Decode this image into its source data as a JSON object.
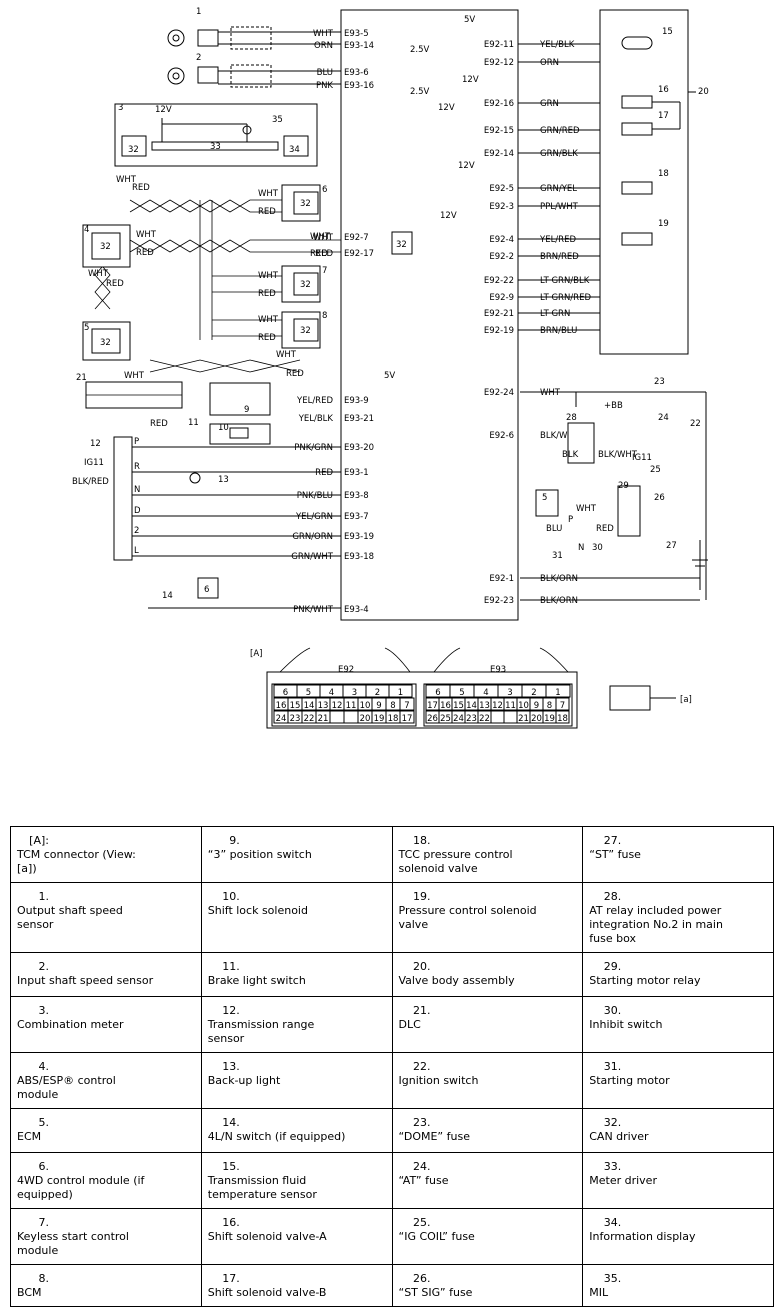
{
  "diagram": {
    "tcm_left_pins": [
      {
        "pin": "E93-5",
        "wire": "WHT"
      },
      {
        "pin": "E93-14",
        "wire": "ORN"
      },
      {
        "pin": "E93-6",
        "wire": "BLU"
      },
      {
        "pin": "E93-16",
        "wire": "PNK"
      },
      {
        "pin": "E92-7",
        "wire": "WHT"
      },
      {
        "pin": "E92-17",
        "wire": "RED"
      },
      {
        "pin": "E93-9",
        "wire": "YEL/RED"
      },
      {
        "pin": "E93-21",
        "wire": "YEL/BLK"
      },
      {
        "pin": "E93-20",
        "wire": "PNK/GRN"
      },
      {
        "pin": "E93-1",
        "wire": "RED"
      },
      {
        "pin": "E93-8",
        "wire": "PNK/BLU"
      },
      {
        "pin": "E93-7",
        "wire": "YEL/GRN"
      },
      {
        "pin": "E93-19",
        "wire": "GRN/ORN"
      },
      {
        "pin": "E93-18",
        "wire": "GRN/WHT"
      },
      {
        "pin": "E93-4",
        "wire": "PNK/WHT"
      }
    ],
    "tcm_right_pins": [
      {
        "pin": "E92-11",
        "wire": "YEL/BLK"
      },
      {
        "pin": "E92-12",
        "wire": "ORN"
      },
      {
        "pin": "E92-16",
        "wire": "GRN"
      },
      {
        "pin": "E92-15",
        "wire": "GRN/RED"
      },
      {
        "pin": "E92-14",
        "wire": "GRN/BLK"
      },
      {
        "pin": "E92-5",
        "wire": "GRN/YEL"
      },
      {
        "pin": "E92-3",
        "wire": "PPL/WHT"
      },
      {
        "pin": "E92-4",
        "wire": "YEL/RED"
      },
      {
        "pin": "E92-2",
        "wire": "BRN/RED"
      },
      {
        "pin": "E92-22",
        "wire": "LT GRN/BLK"
      },
      {
        "pin": "E92-9",
        "wire": "LT GRN/RED"
      },
      {
        "pin": "E92-21",
        "wire": "LT GRN"
      },
      {
        "pin": "E92-19",
        "wire": "BRN/BLU"
      },
      {
        "pin": "E92-24",
        "wire": "WHT"
      },
      {
        "pin": "E92-6",
        "wire": "BLK/WHT"
      },
      {
        "pin": "E92-1",
        "wire": "BLK/ORN"
      },
      {
        "pin": "E92-23",
        "wire": "BLK/ORN"
      }
    ],
    "supply_labels": {
      "v5": "5V",
      "v12": "12V",
      "v25": "2.5V",
      "bb": "+BB",
      "ig11": "IG11",
      "blk_red": "BLK/RED",
      "blk": "BLK",
      "blk_wht": "BLK/WHT",
      "wht": "WHT",
      "red": "RED",
      "blu": "BLU",
      "p": "P",
      "n": "N"
    },
    "range_positions": [
      "P",
      "R",
      "N",
      "D",
      "2",
      "L"
    ],
    "connector": {
      "view_label": "[A]",
      "view_arrow_label": "[a]",
      "e92_name": "E92",
      "e93_name": "E93",
      "e92_row1": [
        "6",
        "5",
        "4",
        "3",
        "2",
        "1"
      ],
      "e92_row2": [
        "16",
        "15",
        "14",
        "13",
        "12",
        "11",
        "10",
        "9",
        "8",
        "7"
      ],
      "e92_row3": [
        "24",
        "23",
        "22",
        "21",
        "",
        "",
        "20",
        "19",
        "18",
        "17"
      ],
      "e93_row1": [
        "6",
        "5",
        "4",
        "3",
        "2",
        "1"
      ],
      "e93_row2": [
        "17",
        "16",
        "15",
        "14",
        "13",
        "12",
        "11",
        "10",
        "9",
        "8",
        "7"
      ],
      "e93_row3": [
        "26",
        "25",
        "24",
        "23",
        "22",
        "",
        "",
        "21",
        "20",
        "19",
        "18"
      ]
    },
    "component_numbers": [
      "1",
      "2",
      "3",
      "4",
      "5",
      "6",
      "7",
      "8",
      "9",
      "10",
      "11",
      "12",
      "13",
      "14",
      "15",
      "16",
      "17",
      "18",
      "19",
      "20",
      "21",
      "22",
      "23",
      "24",
      "25",
      "26",
      "27",
      "28",
      "29",
      "30",
      "31",
      "32",
      "33",
      "34",
      "35"
    ]
  },
  "legend": [
    [
      {
        "n": "[A]:",
        "t": "TCM connector (View: [a])"
      },
      {
        "n": "9.",
        "t": "“3” position switch"
      },
      {
        "n": "18.",
        "t": "TCC pressure control solenoid valve"
      },
      {
        "n": "27.",
        "t": "“ST” fuse"
      }
    ],
    [
      {
        "n": "1.",
        "t": "Output shaft speed sensor"
      },
      {
        "n": "10.",
        "t": "Shift lock solenoid"
      },
      {
        "n": "19.",
        "t": "Pressure control solenoid valve"
      },
      {
        "n": "28.",
        "t": "AT relay included power integration No.2 in main fuse box"
      }
    ],
    [
      {
        "n": "2.",
        "t": "Input shaft speed sensor"
      },
      {
        "n": "11.",
        "t": "Brake light switch"
      },
      {
        "n": "20.",
        "t": "Valve body assembly"
      },
      {
        "n": "29.",
        "t": "Starting motor relay"
      }
    ],
    [
      {
        "n": "3.",
        "t": "Combination meter"
      },
      {
        "n": "12.",
        "t": "Transmission range sensor"
      },
      {
        "n": "21.",
        "t": "DLC"
      },
      {
        "n": "30.",
        "t": "Inhibit switch"
      }
    ],
    [
      {
        "n": "4.",
        "t": "ABS/ESP® control module"
      },
      {
        "n": "13.",
        "t": "Back-up light"
      },
      {
        "n": "22.",
        "t": "Ignition switch"
      },
      {
        "n": "31.",
        "t": "Starting motor"
      }
    ],
    [
      {
        "n": "5.",
        "t": "ECM"
      },
      {
        "n": "14.",
        "t": "4L/N switch (if equipped)"
      },
      {
        "n": "23.",
        "t": "“DOME” fuse"
      },
      {
        "n": "32.",
        "t": "CAN driver"
      }
    ],
    [
      {
        "n": "6.",
        "t": "4WD control module (if equipped)"
      },
      {
        "n": "15.",
        "t": "Transmission fluid temperature sensor"
      },
      {
        "n": "24.",
        "t": "“AT” fuse"
      },
      {
        "n": "33.",
        "t": "Meter driver"
      }
    ],
    [
      {
        "n": "7.",
        "t": "Keyless start control module"
      },
      {
        "n": "16.",
        "t": "Shift solenoid valve-A"
      },
      {
        "n": "25.",
        "t": "“IG COIL” fuse"
      },
      {
        "n": "34.",
        "t": "Information display"
      }
    ],
    [
      {
        "n": "8.",
        "t": "BCM"
      },
      {
        "n": "17.",
        "t": "Shift solenoid valve-B"
      },
      {
        "n": "26.",
        "t": "“ST SIG” fuse"
      },
      {
        "n": "35.",
        "t": "MIL"
      }
    ]
  ]
}
